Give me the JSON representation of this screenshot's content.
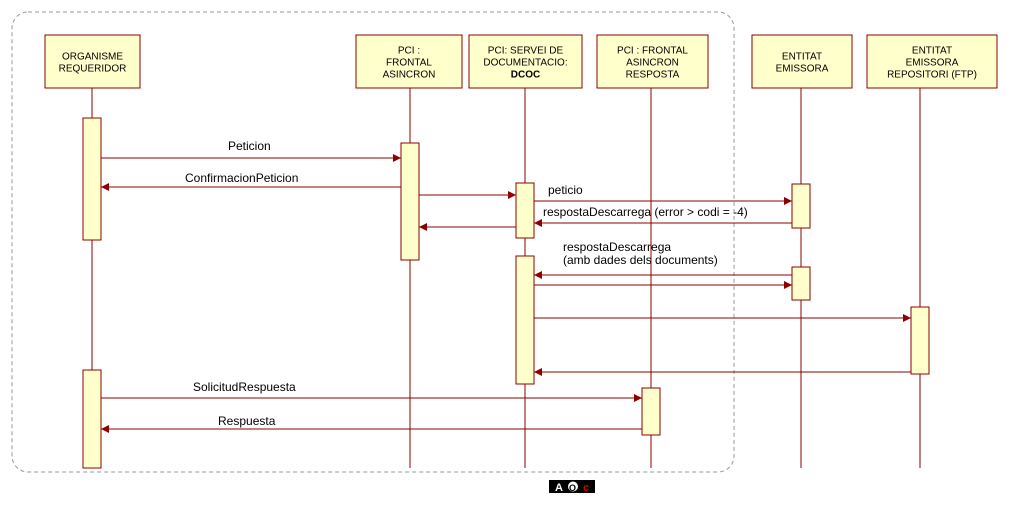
{
  "participants": [
    {
      "id": "organisme",
      "lines": [
        "ORGANISME",
        "REQUERIDOR"
      ]
    },
    {
      "id": "frontal_asincron",
      "lines": [
        "PCI :",
        "FRONTAL",
        "ASINCRON"
      ]
    },
    {
      "id": "servei_documentacio",
      "lines": [
        "PCI: SERVEI DE",
        "DOCUMENTACIO:",
        "DCOC"
      ],
      "bold_line": 2
    },
    {
      "id": "frontal_resposta",
      "lines": [
        "PCI : FRONTAL",
        "ASINCRON",
        "RESPOSTA"
      ]
    },
    {
      "id": "entitat_emissora",
      "lines": [
        "ENTITAT",
        "EMISSORA"
      ]
    },
    {
      "id": "entitat_repositori",
      "lines": [
        "ENTITAT",
        "EMISSORA",
        "REPOSITORI (FTP)"
      ]
    }
  ],
  "messages": [
    {
      "id": "peticion",
      "lines": [
        "Peticion"
      ]
    },
    {
      "id": "confirmacion",
      "lines": [
        "ConfirmacionPeticion"
      ]
    },
    {
      "id": "peticio",
      "lines": [
        "peticio"
      ]
    },
    {
      "id": "resposta_error",
      "lines": [
        "respostaDescarrega (error > codi = -4)"
      ]
    },
    {
      "id": "resposta_docs",
      "lines": [
        "respostaDescarrega",
        "(amb dades dels documents)"
      ]
    },
    {
      "id": "solicitud",
      "lines": [
        "SolicitudRespuesta"
      ]
    },
    {
      "id": "respuesta",
      "lines": [
        "Respuesta"
      ]
    }
  ],
  "logo": {
    "letters": [
      "A",
      "O",
      "c"
    ]
  },
  "colors": {
    "line": "#8b0000",
    "box_fill": "#ffffcc",
    "frame": "#999999"
  }
}
